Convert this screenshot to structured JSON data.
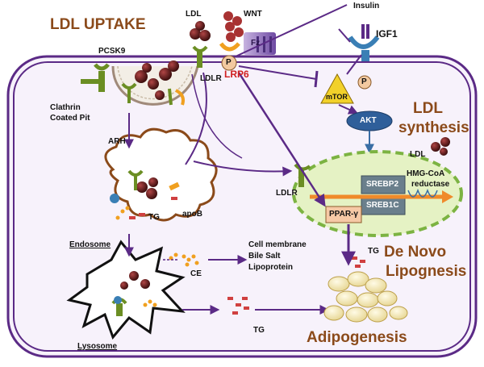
{
  "titles": {
    "ldl_uptake": "LDL UPTAKE",
    "ldl_synthesis_1": "LDL",
    "ldl_synthesis_2": "synthesis",
    "de_novo_1": "De Novo",
    "de_novo_2": "Lipognesis",
    "adipogenesis": "Adipogenesis"
  },
  "labels": {
    "ldl_top": "LDL",
    "wnt": "WNT",
    "insulin": "Insulin",
    "igf1": "IGF1",
    "pcsk9": "PCSK9",
    "fz": "Fz",
    "p_lrp6": "P",
    "lrp6": "LRP6",
    "ldlr_top": "LDLR",
    "p_mtor": "P",
    "mtor": "mTOR",
    "akt": "AKT",
    "clathrin_1": "Clathrin",
    "clathrin_2": "Coated Pit",
    "arh": "ARH",
    "ldl_right": "LDL",
    "hmg_1": "HMG-CoA",
    "hmg_2": "reductase",
    "srebp2": "SREBP2",
    "sreb1c": "SREB1C",
    "ppar": "PPAR-γ",
    "ldlr_mid": "LDLR",
    "tg_endo": "TG",
    "apob": "apoB",
    "endosome": "Endosome",
    "ce": "CE",
    "cell_1": "Cell membrane",
    "cell_2": "Bile Salt",
    "cell_3": "Lipoprotein",
    "tg_right": "TG",
    "tg_bottom": "TG",
    "lysosome": "Lysosome"
  },
  "colors": {
    "membrane": "#5b2a86",
    "membrane_fill": "#f7f2fb",
    "title_brown": "#8b4a1a",
    "receptor_green": "#6b8e23",
    "ldl_dark": "#5a1a1a",
    "wnt_red": "#a83232",
    "akt_blue": "#2f5f9a",
    "nucleus_green": "#e5f2c4",
    "mtor_yellow": "#f2d12a",
    "fat_cell": "#f3e7b6"
  }
}
